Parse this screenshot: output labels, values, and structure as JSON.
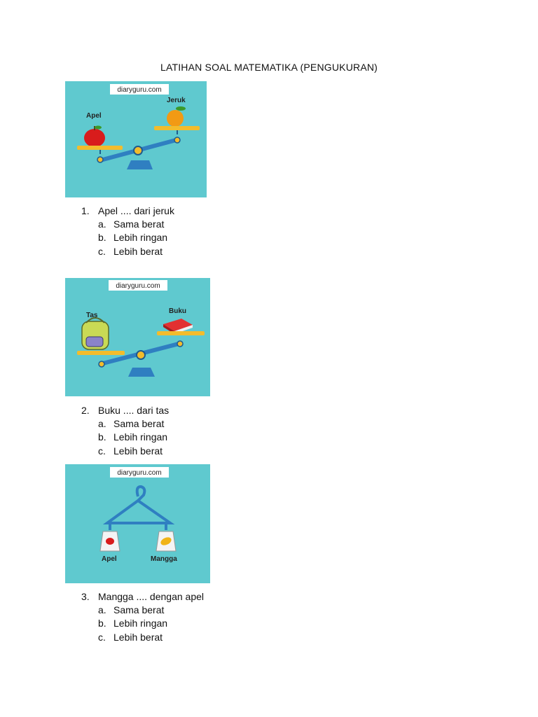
{
  "title": "LATIHAN SOAL MATEMATIKA (PENGUKURAN)",
  "colors": {
    "figure_bg": "#5fc9cf",
    "scale_blue": "#2f7fc1",
    "pan_gold": "#f3bc2c"
  },
  "figures": [
    {
      "watermark": "diaryguru.com",
      "left_label": "Apel",
      "right_label": "Jeruk",
      "left_icon": "apple-icon",
      "right_icon": "orange-icon"
    },
    {
      "watermark": "diaryguru.com",
      "left_label": "Tas",
      "right_label": "Buku",
      "left_icon": "backpack-icon",
      "right_icon": "book-icon"
    },
    {
      "watermark": "diaryguru.com",
      "left_label": "Apel",
      "right_label": "Mangga",
      "left_icon": "apple-bag-icon",
      "right_icon": "mango-bag-icon"
    }
  ],
  "questions": [
    {
      "number": "1.",
      "text": "Apel .... dari jeruk",
      "options": [
        {
          "letter": "a.",
          "text": "Sama berat"
        },
        {
          "letter": "b.",
          "text": "Lebih ringan"
        },
        {
          "letter": "c.",
          "text": "Lebih berat"
        }
      ]
    },
    {
      "number": "2.",
      "text": "Buku .... dari tas",
      "options": [
        {
          "letter": "a.",
          "text": "Sama berat"
        },
        {
          "letter": "b.",
          "text": "Lebih ringan"
        },
        {
          "letter": "c.",
          "text": "Lebih berat"
        }
      ]
    },
    {
      "number": "3.",
      "text": "Mangga .... dengan apel",
      "options": [
        {
          "letter": "a.",
          "text": "Sama berat"
        },
        {
          "letter": "b.",
          "text": "Lebih ringan"
        },
        {
          "letter": "c.",
          "text": "Lebih berat"
        }
      ]
    }
  ]
}
